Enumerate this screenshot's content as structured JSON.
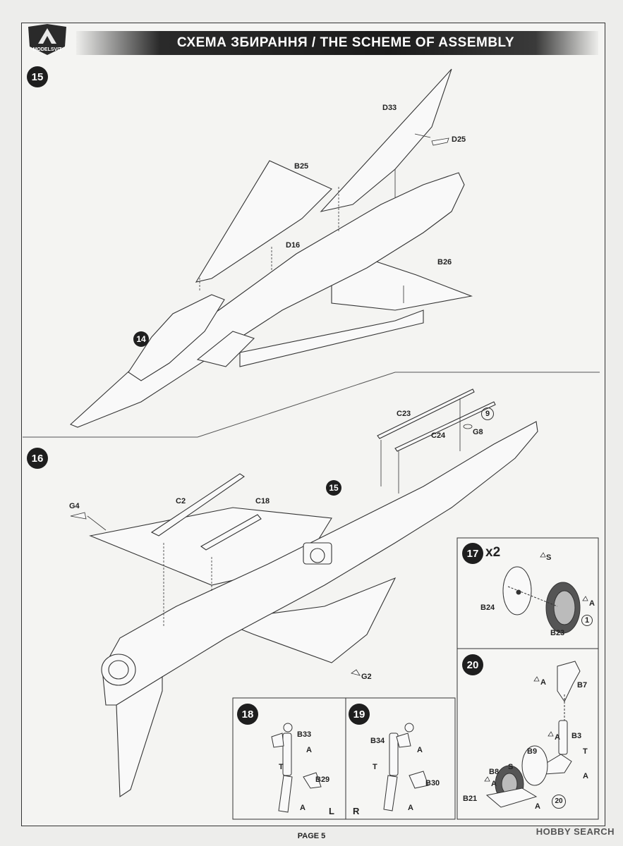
{
  "header": {
    "title": "СХЕМА ЗБИРАННЯ / THE SCHEME OF ASSEMBLY",
    "logo_text": "MODELSVIT"
  },
  "steps": {
    "s15": "15",
    "s14": "14",
    "s16": "16",
    "s15b": "15",
    "s17": "17",
    "s17_multiplier": "x2",
    "s20": "20",
    "s18": "18",
    "s19": "19"
  },
  "parts": {
    "d33": "D33",
    "d25": "D25",
    "b25": "B25",
    "d16": "D16",
    "b26": "B26",
    "c23": "C23",
    "c24": "C24",
    "g8": "G8",
    "g4": "G4",
    "c2": "C2",
    "c18": "C18",
    "g2": "G2",
    "b24": "B24",
    "b23": "B23",
    "b7": "B7",
    "b3": "B3",
    "b9": "B9",
    "b8": "B8",
    "b21": "B21",
    "b33": "B33",
    "b29": "B29",
    "b34": "B34",
    "b30": "B30"
  },
  "markers": {
    "nine": "9",
    "one": "1",
    "twenty": "20",
    "S": "S",
    "A": "A",
    "T": "T"
  },
  "side_labels": {
    "left": "L",
    "right": "R"
  },
  "footer": {
    "page": "PAGE 5",
    "watermark": "HOBBY SEARCH"
  }
}
